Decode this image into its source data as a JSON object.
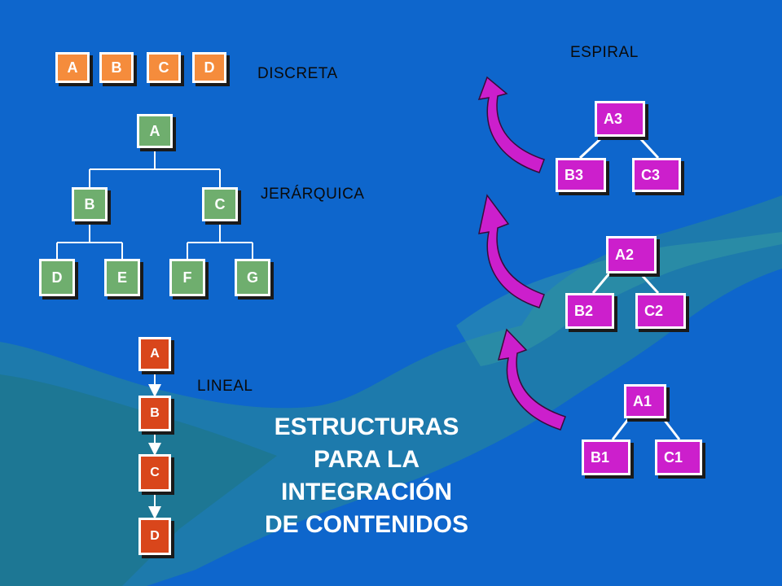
{
  "labels": {
    "discreta": "DISCRETA",
    "jerarquica": "JERÁRQUICA",
    "lineal": "LINEAL",
    "espiral": "ESPIRAL"
  },
  "title_lines": [
    "ESTRUCTURAS",
    "PARA LA",
    "INTEGRACIÓN",
    "DE CONTENIDOS"
  ],
  "discreta": {
    "nodes": [
      "A",
      "B",
      "C",
      "D"
    ]
  },
  "jerarquica": {
    "root": "A",
    "level2": [
      "B",
      "C"
    ],
    "level3": [
      "D",
      "E",
      "F",
      "G"
    ]
  },
  "lineal": {
    "nodes": [
      "A",
      "B",
      "C",
      "D"
    ]
  },
  "espiral": {
    "triads": [
      {
        "top": "A3",
        "left": "B3",
        "right": "C3"
      },
      {
        "top": "A2",
        "left": "B2",
        "right": "C2"
      },
      {
        "top": "A1",
        "left": "B1",
        "right": "C1"
      }
    ]
  },
  "colors": {
    "background": "#0e66cc",
    "discreta": "#f58c3c",
    "jerarquica": "#6fae6e",
    "lineal": "#d9461b",
    "espiral": "#cc1fcc",
    "arrow": "#cc1fcc"
  }
}
